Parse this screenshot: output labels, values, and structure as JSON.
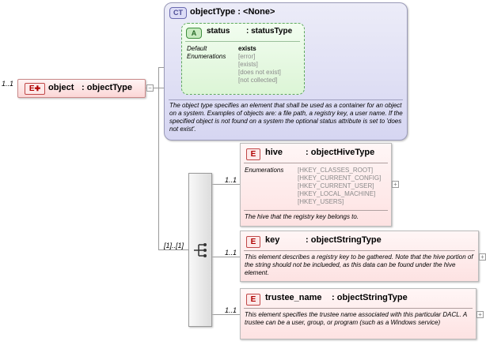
{
  "root": {
    "occurrence": "1..1",
    "name": "object",
    "type": ": objectType"
  },
  "complex_type": {
    "tag": "CT",
    "title": "objectType : <None>",
    "attribute": {
      "tag": "A",
      "name": "status",
      "type": ": statusType",
      "default_label": "Default",
      "default_value": "exists",
      "enum_label": "Enumerations",
      "enums": [
        "[error]",
        "[exists]",
        "[does not exist]",
        "[not collected]"
      ]
    },
    "description": "The object type specifies an element that shall be used as a container for an object on a system. Examples of objects are: a file path, a registry key, a user name. If the specified object is not found on a system the optional status attribute is set to 'does not exist'."
  },
  "sequence": {
    "occurrence": "[1]..[1]"
  },
  "children": [
    {
      "occurrence": "1..1",
      "name": "hive",
      "type": ": objectHiveType",
      "enum_label": "Enumerations",
      "enums": [
        "[HKEY_CLASSES_ROOT]",
        "[HKEY_CURRENT_CONFIG]",
        "[HKEY_CURRENT_USER]",
        "[HKEY_LOCAL_MACHINE]",
        "[HKEY_USERS]"
      ],
      "description": "The hive that the registry key belongs to."
    },
    {
      "occurrence": "1..1",
      "name": "key",
      "type": ": objectStringType",
      "description": "This element describes a registry key to be gathered.  Note that the hive portion of the string should not be inclueded, as this data can be found under the hive element."
    },
    {
      "occurrence": "1..1",
      "name": "trustee_name",
      "type": ": objectStringType",
      "description": "This element specifies the trustee name associated with this particular DACL.  A trustee can be a user, group, or program (such as a Windows service)"
    }
  ],
  "colors": {
    "element_border": "#c98a8a",
    "element_fill": "#fbd6d6",
    "ct_fill": "#d6d6f2",
    "attr_fill": "#dcf5d6"
  }
}
